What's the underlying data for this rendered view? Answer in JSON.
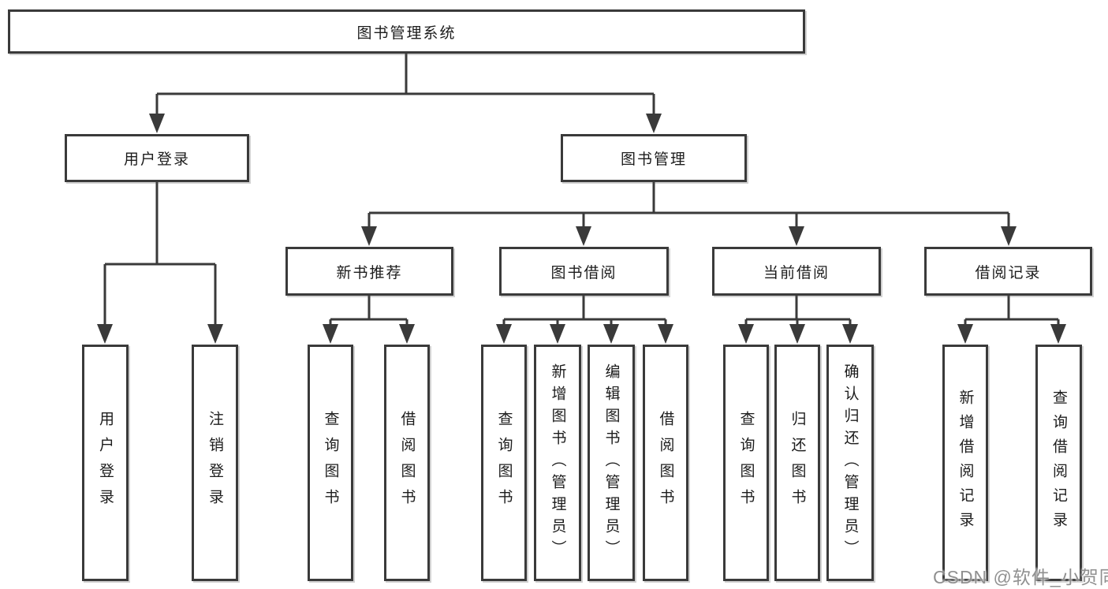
{
  "tree": {
    "root": {
      "label": "图书管理系统"
    },
    "branches": [
      {
        "label": "用户登录",
        "children": [
          {
            "label": "用户登录"
          },
          {
            "label": "注销登录"
          }
        ]
      },
      {
        "label": "图书管理",
        "sections": [
          {
            "label": "新书推荐",
            "children": [
              {
                "label": "查询图书"
              },
              {
                "label": "借阅图书"
              }
            ]
          },
          {
            "label": "图书借阅",
            "children": [
              {
                "label": "查询图书"
              },
              {
                "label": "新增图书（管理员）"
              },
              {
                "label": "编辑图书（管理员）"
              },
              {
                "label": "借阅图书"
              }
            ]
          },
          {
            "label": "当前借阅",
            "children": [
              {
                "label": "查询图书"
              },
              {
                "label": "归还图书"
              },
              {
                "label": "确认归还（管理员）"
              }
            ]
          },
          {
            "label": "借阅记录",
            "children": [
              {
                "label": "新增借阅记录"
              },
              {
                "label": "查询借阅记录"
              }
            ]
          }
        ]
      }
    ]
  },
  "watermark": {
    "text": "CSDN @软件_小贺同学"
  },
  "colors": {
    "line": "#3a3a3a",
    "box_border": "#3a3a3a",
    "text": "#1c1c1c",
    "watermark": "#8a8a8a",
    "background": "#ffffff"
  }
}
